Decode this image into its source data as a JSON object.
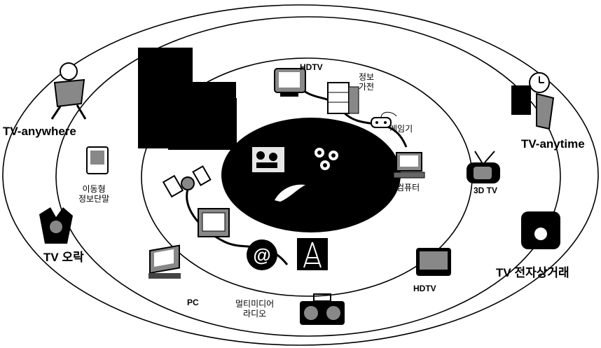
{
  "outer_ring_labels": {
    "tv_anywhere": "TV-anywhere",
    "tv_anytime": "TV-anytime",
    "tv_entertainment": "TV 오락",
    "tv_ecommerce": "TV 전자상거래"
  },
  "middle_ring_labels": {
    "mobile_terminal": "이동형\n정보단말",
    "pc": "PC",
    "multimedia_radio": "멀티미디어\n라디오",
    "hdtv_bottom": "HDTV",
    "tv_3d": "3D TV"
  },
  "inner_ring_labels": {
    "hdtv_top": "HDTV",
    "info_appliance": "정보\n가전",
    "game_console": "게임기",
    "computer": "컴퓨터"
  },
  "colors": {
    "ink": "#000000",
    "paper": "#ffffff",
    "gray": "#888888"
  }
}
